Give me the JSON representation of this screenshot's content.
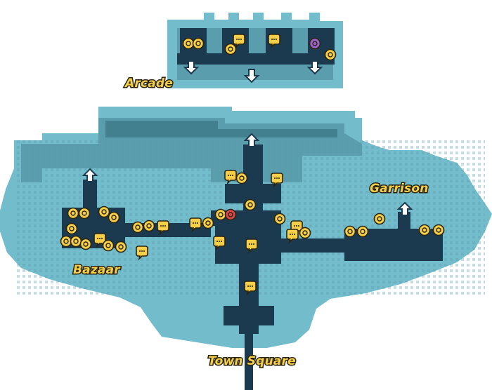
{
  "map": {
    "colors": {
      "background": "#ffffff",
      "land_light": "#73bccb",
      "land_mid": "#5a9eae",
      "land_dark": "#43808f",
      "path": "#1c3a4f",
      "marker_fill": "#f5cf4a",
      "marker_outline": "#2a2410",
      "marker_red": "#d8464a",
      "marker_purple": "#9a63c8"
    },
    "regions": [
      {
        "key": "arcade",
        "label": "Arcade"
      },
      {
        "key": "bazaar",
        "label": "Bazaar"
      },
      {
        "key": "garrison",
        "label": "Garrison"
      },
      {
        "key": "town_square",
        "label": "Town Square"
      }
    ],
    "exit_icon": "up-arrow-exit-icon",
    "arcade_exit_icon": "down-arrow-exit-icon",
    "marker_types": [
      "speech-bubble-icon",
      "quest-swirl-icon",
      "crossed-swords-icon",
      "shield-icon",
      "hammer-icon",
      "potion-icon",
      "binoculars-icon",
      "dumbbell-icon",
      "scissors-icon",
      "gear-icon",
      "dice-icon",
      "horse-icon",
      "clock-icon"
    ]
  }
}
